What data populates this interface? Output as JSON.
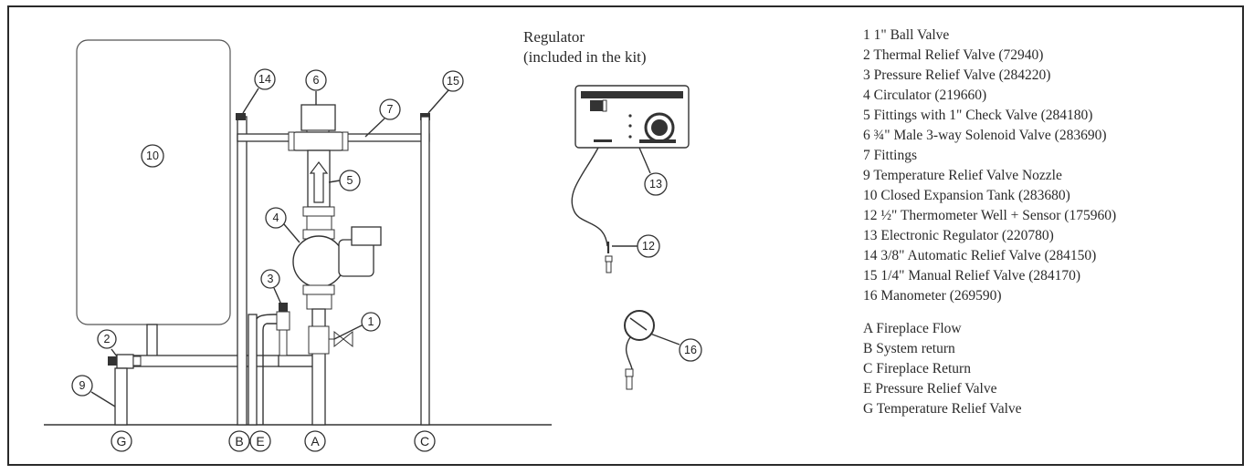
{
  "regulator": {
    "line1": "Regulator",
    "line2": "(included in the kit)"
  },
  "callouts": {
    "c1": "1",
    "c2": "2",
    "c3": "3",
    "c4": "4",
    "c5": "5",
    "c6": "6",
    "c7": "7",
    "c9": "9",
    "c10": "10",
    "c12": "12",
    "c13": "13",
    "c14": "14",
    "c15": "15",
    "c16": "16"
  },
  "connections": {
    "G": "G",
    "B": "B",
    "E": "E",
    "A": "A",
    "C": "C"
  },
  "legend": {
    "parts": [
      "1  1\" Ball Valve",
      "2  Thermal Relief Valve (72940)",
      "3  Pressure Relief Valve (284220)",
      "4  Circulator (219660)",
      "5  Fittings with 1\" Check Valve (284180)",
      "6  ¾\" Male 3-way Solenoid Valve (283690)",
      "7  Fittings",
      "9  Temperature Relief Valve Nozzle",
      "10 Closed Expansion Tank (283680)",
      "12 ½\" Thermometer Well + Sensor (175960)",
      "13 Electronic Regulator (220780)",
      "14 3/8\" Automatic Relief Valve (284150)",
      "15 1/4\" Manual Relief Valve (284170)",
      "16 Manometer (269590)"
    ],
    "connections": [
      "A Fireplace Flow",
      "B System return",
      "C Fireplace Return",
      "E Pressure Relief Valve",
      "G Temperature Relief Valve"
    ]
  }
}
